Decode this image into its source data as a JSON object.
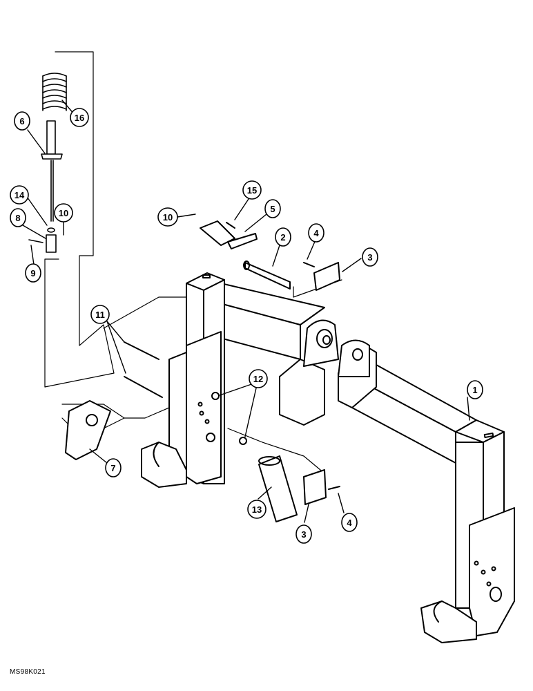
{
  "figure_code": "MS98K021",
  "callouts": [
    {
      "id": "c1",
      "label": "1"
    },
    {
      "id": "c2",
      "label": "2"
    },
    {
      "id": "c3a",
      "label": "3"
    },
    {
      "id": "c3b",
      "label": "3"
    },
    {
      "id": "c4a",
      "label": "4"
    },
    {
      "id": "c4b",
      "label": "4"
    },
    {
      "id": "c5",
      "label": "5"
    },
    {
      "id": "c6",
      "label": "6"
    },
    {
      "id": "c7",
      "label": "7"
    },
    {
      "id": "c8",
      "label": "8"
    },
    {
      "id": "c9",
      "label": "9"
    },
    {
      "id": "c10a",
      "label": "10"
    },
    {
      "id": "c10b",
      "label": "10"
    },
    {
      "id": "c11",
      "label": "11"
    },
    {
      "id": "c12",
      "label": "12"
    },
    {
      "id": "c13",
      "label": "13"
    },
    {
      "id": "c14",
      "label": "14"
    },
    {
      "id": "c15",
      "label": "15"
    },
    {
      "id": "c16",
      "label": "16"
    }
  ]
}
